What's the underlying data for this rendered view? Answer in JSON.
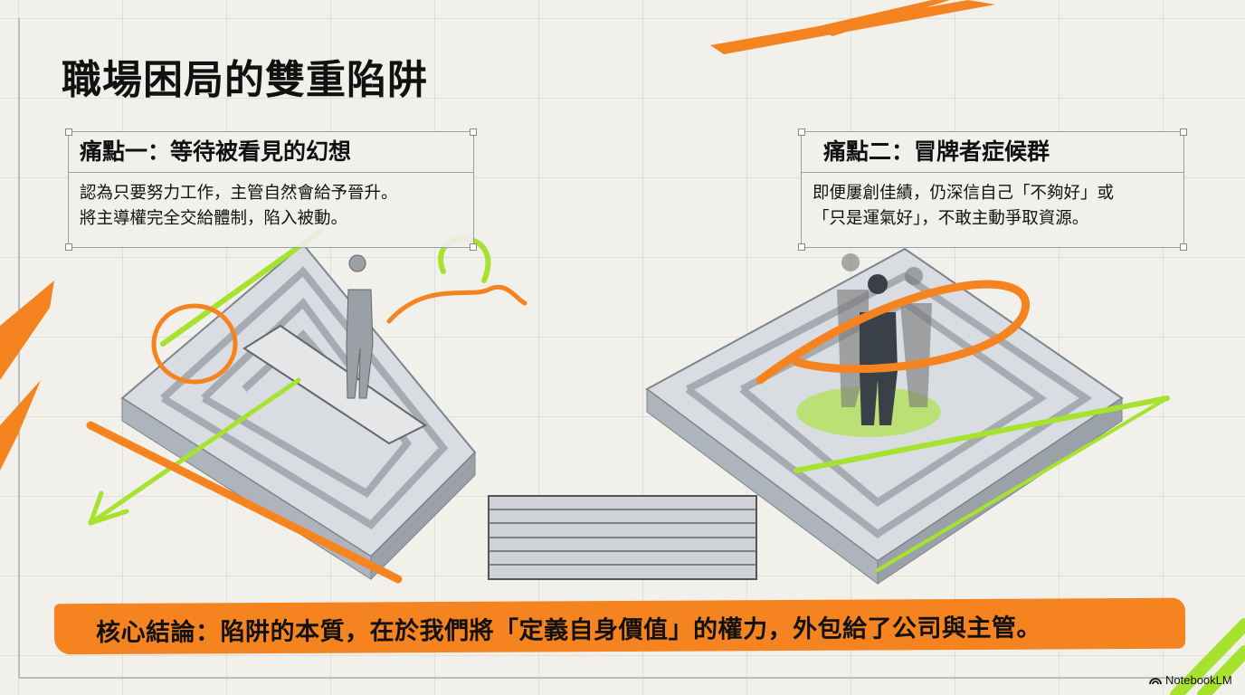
{
  "title": "職場困局的雙重陷阱",
  "pain_points": [
    {
      "heading": "痛點一：等待被看見的幻想",
      "lines": [
        "認為只要努力工作，主管自然會給予晉升。",
        "將主導權完全交給體制，陷入被動。"
      ]
    },
    {
      "heading": "痛點二：冒牌者症候群",
      "lines": [
        "即便屢創佳績，仍深信自己「不夠好」或",
        "「只是運氣好」，不敢主動爭取資源。"
      ]
    }
  ],
  "conclusion": "核心結論：陷阱的本質，在於我們將「定義自身價值」的權力，外包給了公司與主管。",
  "branding": {
    "logo_text": "NotebookLM"
  },
  "colors": {
    "accent_orange": "#f5831f",
    "accent_green": "#a6e22e",
    "maze_gray": "#c9ced4"
  }
}
